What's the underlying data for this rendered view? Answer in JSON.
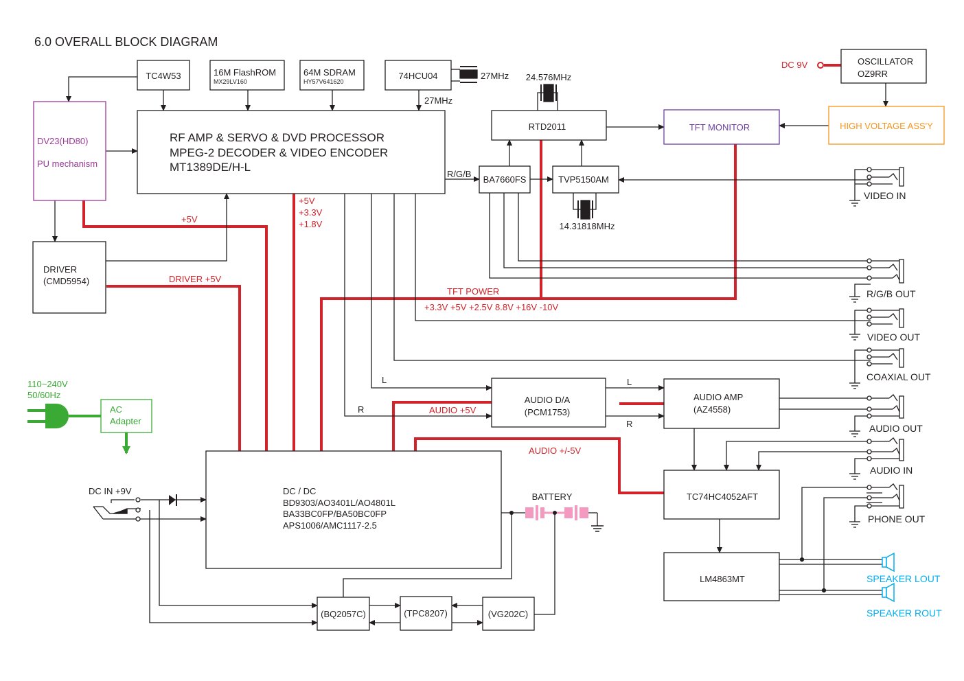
{
  "title": "6.0 OVERALL BLOCK DIAGRAM",
  "colors": {
    "line": "#231f20",
    "power": "#d2232a",
    "pu": "#9b3a97",
    "tft": "#6b3fa0",
    "high_voltage": "#f7941d",
    "ac": "#3aaa35",
    "speaker": "#00aeef",
    "battery": "#f49ac1"
  },
  "blocks": {
    "tc4w53": "TC4W53",
    "flashrom": "16M FlashROM",
    "flashrom_part": "MX29LV160",
    "sdram": "64M SDRAM",
    "sdram_part": "HY57V641620",
    "hcu04": "74HCU04",
    "processor_line1": "RF AMP & SERVO  & DVD PROCESSOR",
    "processor_line2": "MPEG-2  DECODER & VIDEO ENCODER",
    "processor_line3": "MT1389DE/H-L",
    "pu_line1": "DV23(HD80)",
    "pu_line2": "PU mechanism",
    "driver_line1": "DRIVER",
    "driver_line2": "(CMD5954)",
    "rtd2011": "RTD2011",
    "ba7660fs": "BA7660FS",
    "tvp5150am": "TVP5150AM",
    "tft_monitor": "TFT MONITOR",
    "oscillator_line1": "OSCILLATOR",
    "oscillator_line2": "OZ9RR",
    "high_voltage": "HIGH VOLTAGE ASS'Y",
    "audio_da_line1": "AUDIO D/A",
    "audio_da_line2": "(PCM1753)",
    "audio_amp_line1": "AUDIO AMP",
    "audio_amp_line2": "(AZ4558)",
    "tc74hc4052": "TC74HC4052AFT",
    "lm4863": "LM4863MT",
    "dcdc_line1": "DC / DC",
    "dcdc_line2": "BD9303/AO3401L/AO4801L",
    "dcdc_line3": "BA33BC0FP/BA50BC0FP",
    "dcdc_line4": "APS1006/AMC1117-2.5",
    "bq2057c": "(BQ2057C)",
    "tpc8207": "(TPC8207)",
    "vg202c": "(VG202C)",
    "ac_adapter_line1": "AC",
    "ac_adapter_line2": "Adapter"
  },
  "labels": {
    "xtal_27mhz": "27MHz",
    "clk_27mhz": "27MHz",
    "xtal_24mhz": "24.576MHz",
    "xtal_14mhz": "14.31818MHz",
    "rgb": "R/G/B",
    "dc9v": "DC 9V",
    "plus5v": "+5V",
    "proc_5v": "+5V",
    "proc_33v": "+3.3V",
    "proc_18v": "+1.8V",
    "driver_5v": "DRIVER +5V",
    "tft_power": "TFT POWER",
    "tft_rails": "+3.3V +5V  +2.5V  8.8V  +16V -10V",
    "audio_5v": "AUDIO +5V",
    "audio_pm5v": "AUDIO +/-5V",
    "left": "L",
    "right": "R",
    "left2": "L",
    "right2": "R",
    "mains_voltage": "110~240V",
    "mains_freq": "50/60Hz",
    "dc_in": "DC IN +9V",
    "battery": "BATTERY"
  },
  "connectors": {
    "video_in": "VIDEO IN",
    "rgb_out": "R/G/B OUT",
    "video_out": "VIDEO OUT",
    "coaxial_out": "COAXIAL OUT",
    "audio_out": "AUDIO OUT",
    "audio_in": "AUDIO IN",
    "phone_out": "PHONE OUT",
    "speaker_lout": "SPEAKER LOUT",
    "speaker_rout": "SPEAKER ROUT"
  }
}
